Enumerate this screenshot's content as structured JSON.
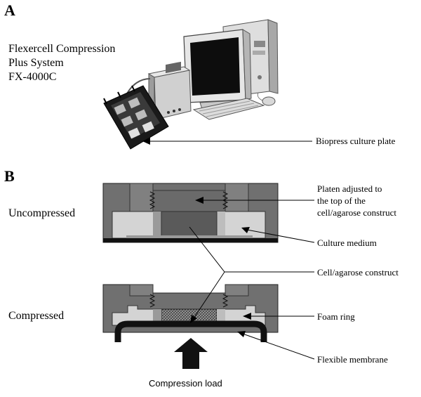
{
  "panel_a": {
    "letter": "A",
    "system_title": [
      "Flexercell Compression",
      "Plus System",
      "FX-4000C"
    ],
    "callout": "Biopress culture plate"
  },
  "panel_b": {
    "letter": "B",
    "state_uncompressed": "Uncompressed",
    "state_compressed": "Compressed",
    "callouts": {
      "platen": [
        "Platen adjusted to",
        "the top of the",
        "cell/agarose construct"
      ],
      "medium": "Culture medium",
      "construct": "Cell/agarose construct",
      "foam": "Foam ring",
      "membrane": "Flexible membrane"
    },
    "load_label": "Compression load"
  },
  "colors": {
    "housing": "#707070",
    "medium": "#d4d4d4",
    "construct": "#5a5a5a",
    "membrane": "#111111"
  },
  "icons": [
    "computer-monitor-icon",
    "computer-tower-icon",
    "keyboard-icon",
    "mouse-icon",
    "controller-box-icon",
    "biopress-plate-icon",
    "up-arrow-icon"
  ]
}
